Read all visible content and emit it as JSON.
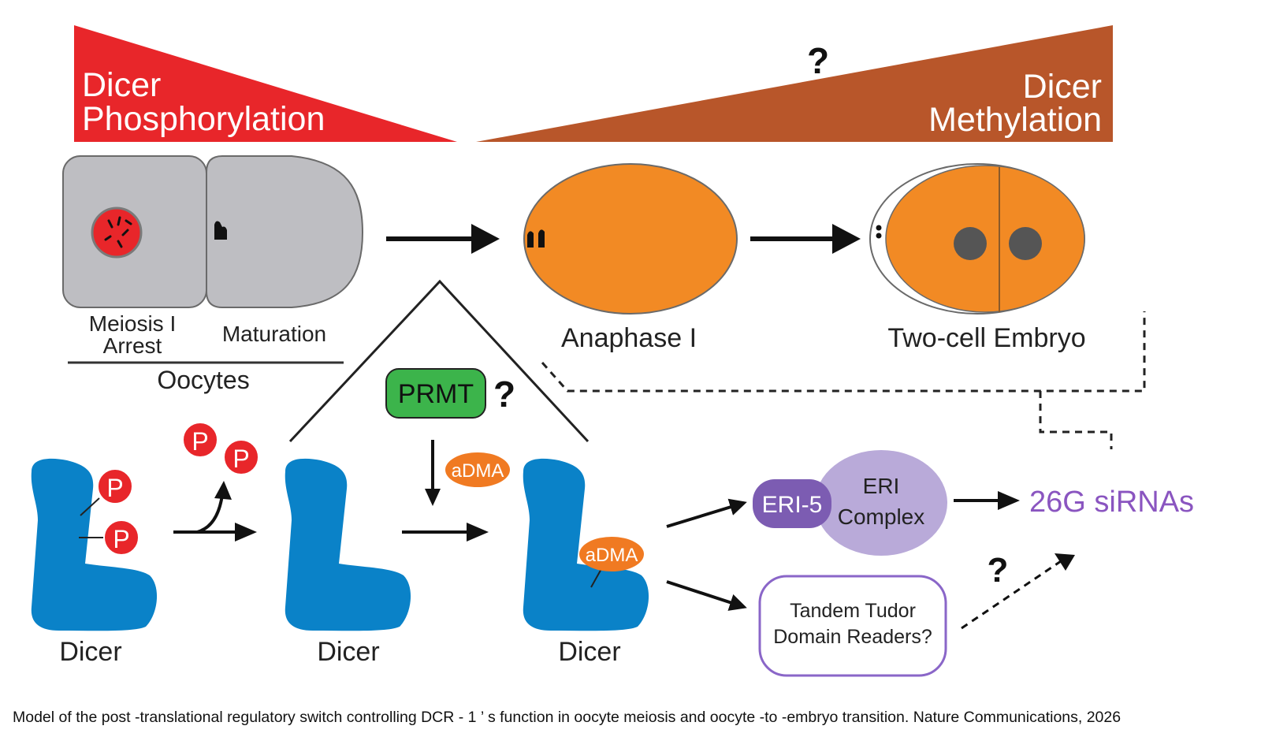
{
  "colors": {
    "phosphorylation_wedge": "#e8262a",
    "methylation_wedge": "#b8562a",
    "oocyte_fill": "#bebec2",
    "embryo_fill": "#f28a24",
    "dicer_fill": "#0a82c8",
    "phospho_badge": "#e8262a",
    "adma_badge": "#f07a22",
    "prmt_fill": "#3cb44b",
    "eri5_fill": "#7c5cb2",
    "eri_complex_fill": "#b9aad9",
    "sirna_text": "#8a55c0",
    "tudor_border": "#8a66c8"
  },
  "wedges": {
    "phosphorylation_label": [
      "Dicer",
      "Phosphorylation"
    ],
    "methylation_label": [
      "Dicer",
      "Methylation"
    ],
    "methylation_question": "?"
  },
  "cells": {
    "meiosis_arrest_label": [
      "Meiosis I",
      "Arrest"
    ],
    "maturation_label": "Maturation",
    "oocytes_label": "Oocytes",
    "anaphase_label": "Anaphase I",
    "two_cell_label": "Two-cell Embryo"
  },
  "pathway": {
    "dicer_label": "Dicer",
    "phospho_mark": "P",
    "prmt_label": "PRMT",
    "prmt_question": "?",
    "adma_label": "aDMA",
    "eri5_label": "ERI-5",
    "eri_complex_label": [
      "ERI",
      "Complex"
    ],
    "sirna_label": "26G siRNAs",
    "tudor_label": [
      "Tandem Tudor",
      "Domain Readers?"
    ],
    "tudor_question": "?"
  },
  "caption": "Model of the post -translational regulatory switch controlling DCR - 1 ’ s function in oocyte meiosis and oocyte -to -embryo transition. Nature Communications, 2026",
  "icons": [
    "arrow-right-icon",
    "chromosome-icon",
    "dicer-l-shape-icon",
    "curved-release-arrow-icon"
  ]
}
